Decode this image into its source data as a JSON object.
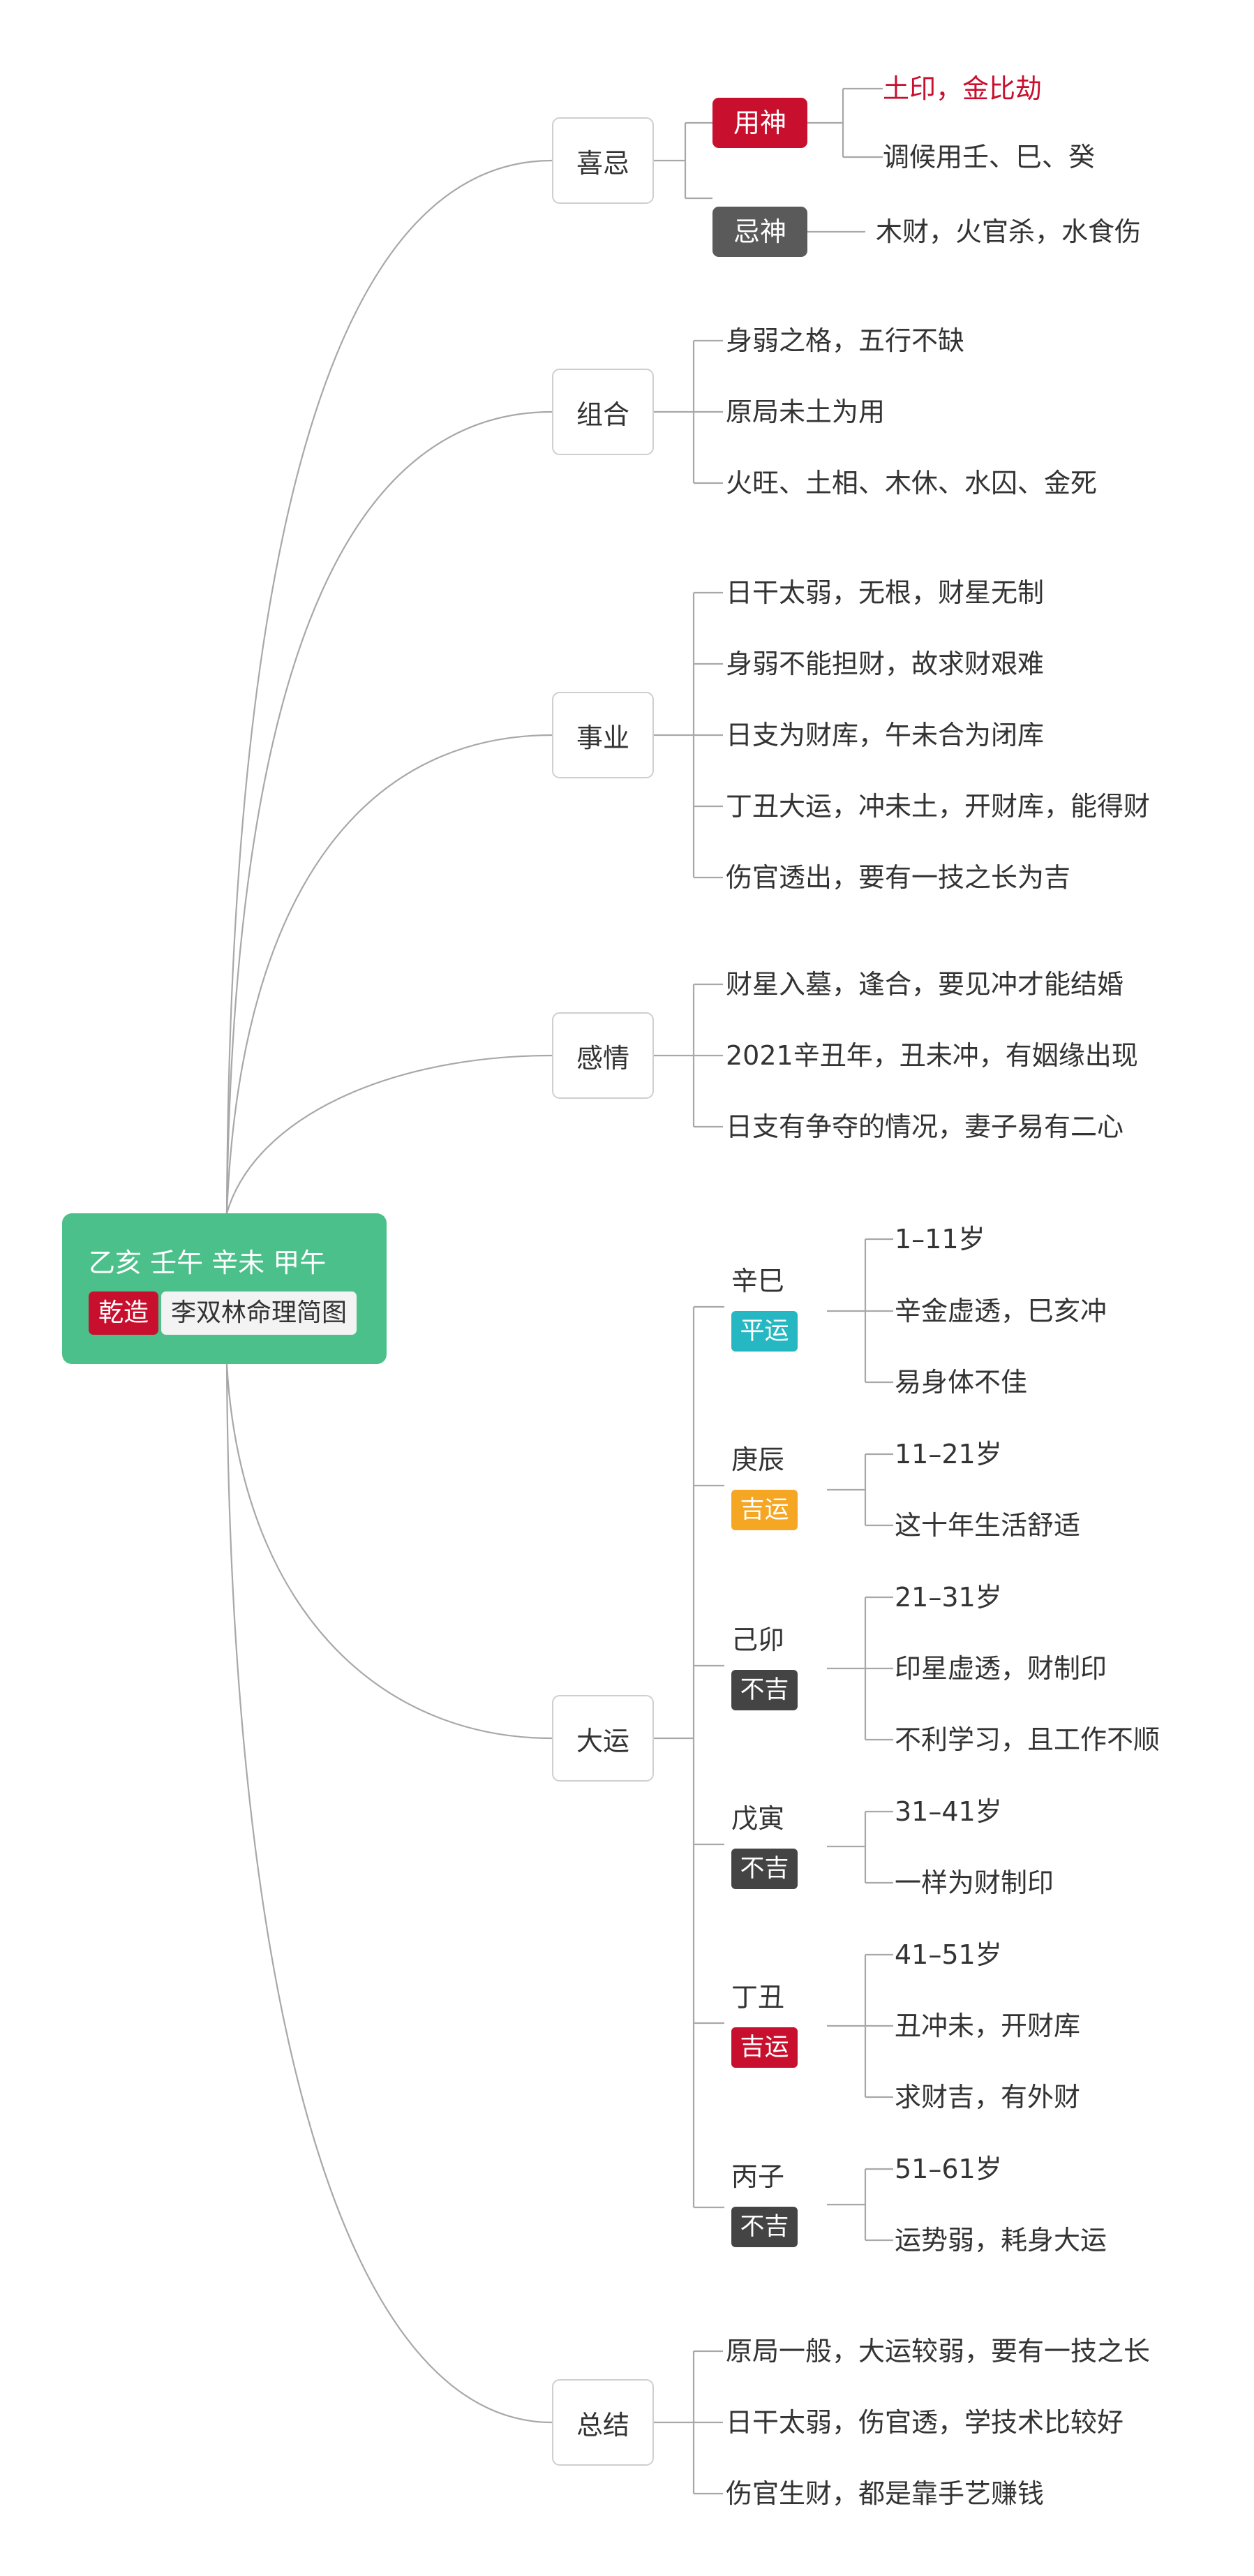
{
  "root": {
    "title": "乙亥 壬午 辛未 甲午",
    "tag_gender": "乾造",
    "tag_subject": "李双林命理简图",
    "color": "#4cc08a"
  },
  "xiji": {
    "label": "喜忌",
    "yongshen": {
      "label": "用神",
      "color": "#c8102e",
      "items": [
        "土印，金比劫",
        "调候用壬、巳、癸"
      ]
    },
    "jishen": {
      "label": "忌神",
      "color": "#5a5a5a",
      "items": [
        "木财，火官杀，水食伤"
      ]
    }
  },
  "zuhe": {
    "label": "组合",
    "items": [
      "身弱之格，五行不缺",
      "原局未土为用",
      "火旺、土相、木休、水囚、金死"
    ]
  },
  "shiye": {
    "label": "事业",
    "items": [
      "日干太弱，无根，财星无制",
      "身弱不能担财，故求财艰难",
      "日支为财库，午未合为闭库",
      "丁丑大运，冲未土，开财库，能得财",
      "伤官透出，要有一技之长为吉"
    ]
  },
  "ganqing": {
    "label": "感情",
    "items": [
      "财星入墓，逢合，要见冲才能结婚",
      "2021辛丑年，丑未冲，有姻缘出现",
      "日支有争夺的情况，妻子易有二心"
    ]
  },
  "dayun": {
    "label": "大运",
    "periods": [
      {
        "name": "辛巳",
        "badge": "平运",
        "color": "#26b8c2",
        "items": [
          "1–11岁",
          "辛金虚透，巳亥冲",
          "易身体不佳"
        ]
      },
      {
        "name": "庚辰",
        "badge": "吉运",
        "color": "#f5a623",
        "items": [
          "11–21岁",
          "这十年生活舒适"
        ]
      },
      {
        "name": "己卯",
        "badge": "不吉",
        "color": "#444444",
        "items": [
          "21–31岁",
          "印星虚透，财制印",
          "不利学习，且工作不顺"
        ]
      },
      {
        "name": "戊寅",
        "badge": "不吉",
        "color": "#444444",
        "items": [
          "31–41岁",
          "一样为财制印"
        ]
      },
      {
        "name": "丁丑",
        "badge": "吉运",
        "color": "#c8102e",
        "items": [
          "41–51岁",
          "丑冲未，开财库",
          "求财吉，有外财"
        ]
      },
      {
        "name": "丙子",
        "badge": "不吉",
        "color": "#444444",
        "items": [
          "51–61岁",
          "运势弱，耗身大运"
        ]
      }
    ]
  },
  "zongjie": {
    "label": "总结",
    "items": [
      "原局一般，大运较弱，要有一技之长",
      "日干太弱，伤官透，学技术比较好",
      "伤官生财，都是靠手艺赚钱"
    ]
  }
}
